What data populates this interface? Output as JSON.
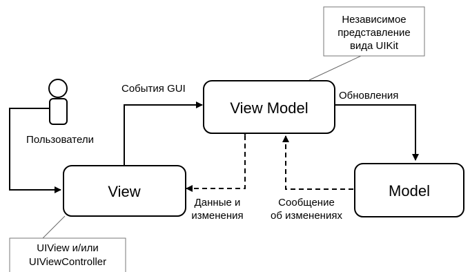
{
  "nodes": {
    "view_model": "View Model",
    "view": "View",
    "model": "Model"
  },
  "actor": {
    "label": "Пользователи"
  },
  "notes": {
    "top_line1": "Независимое",
    "top_line2": "представление",
    "top_line3": "вида UIKit",
    "bottom_line1": "UIView и/или",
    "bottom_line2": "UIViewController"
  },
  "edges": {
    "gui_events": "События GUI",
    "updates": "Обновления",
    "data_line1": "Данные и",
    "data_line2": "изменения",
    "notify_line1": "Сообщение",
    "notify_line2": "об изменениях"
  }
}
